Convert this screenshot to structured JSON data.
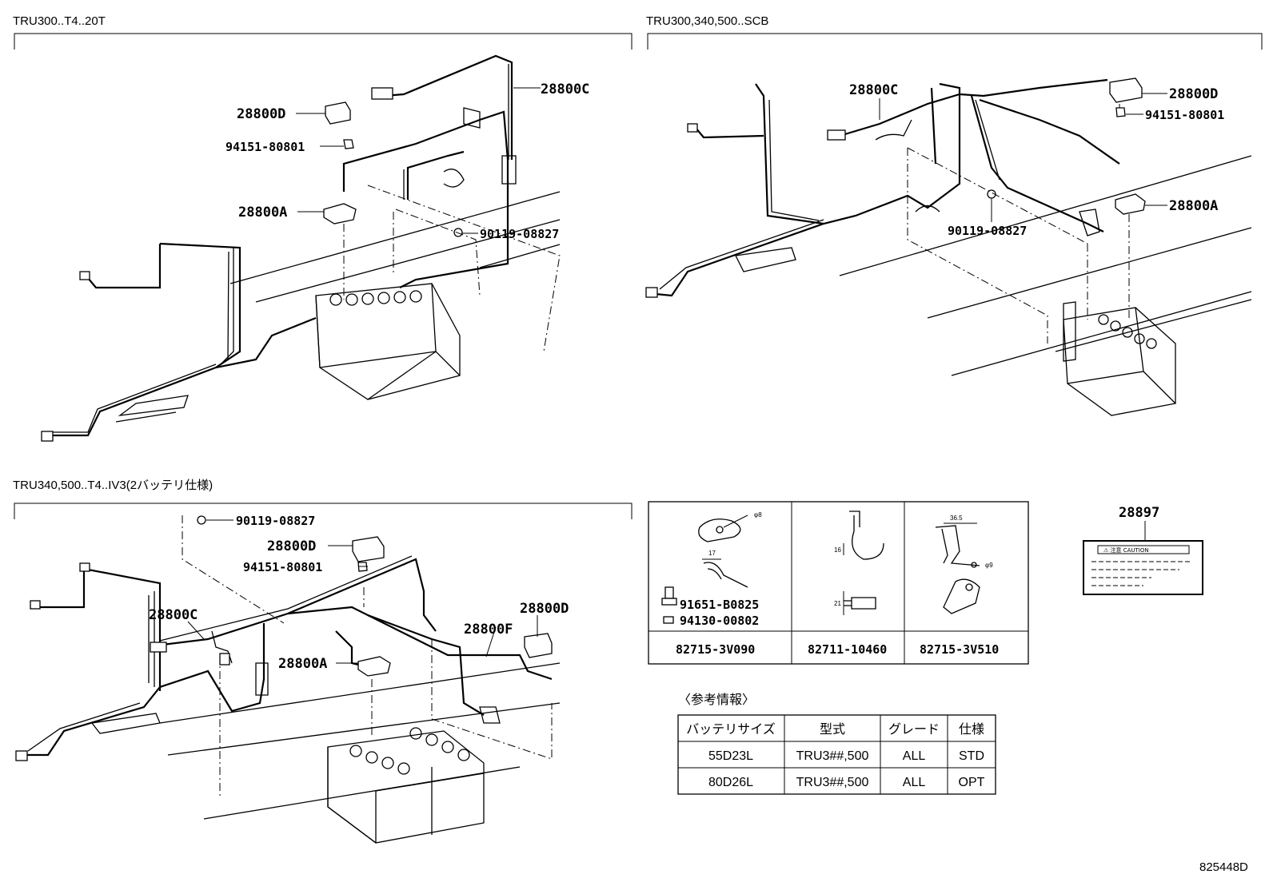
{
  "sections": {
    "top_left": {
      "title": "TRU300..T4..20T"
    },
    "top_right": {
      "title": "TRU300,340,500..SCB"
    },
    "bottom_left": {
      "title": "TRU340,500..T4..IV3(2バッテリ仕様)"
    }
  },
  "callouts": {
    "tl": [
      "28800C",
      "28800D",
      "94151-80801",
      "28800A",
      "90119-08827"
    ],
    "tr": [
      "28800C",
      "28800D",
      "94151-80801",
      "28800A",
      "90119-08827"
    ],
    "bl": [
      "90119-08827",
      "28800D",
      "94151-80801",
      "28800C",
      "28800F",
      "28800D",
      "28800A"
    ]
  },
  "clamp_box": {
    "cells": [
      {
        "parts": [
          "91651-B0825",
          "94130-00802"
        ],
        "part_no": "82715-3V090",
        "dims": [
          "φ8",
          "17"
        ]
      },
      {
        "parts": [],
        "part_no": "82711-10460",
        "dims": [
          "16",
          "21"
        ]
      },
      {
        "parts": [],
        "part_no": "82715-3V510",
        "dims": [
          "36.5",
          "φ9"
        ]
      }
    ]
  },
  "label_part": {
    "part_no": "28897",
    "caution_text": "⚠ 注意 CAUTION"
  },
  "reference": {
    "heading": "〈参考情報〉",
    "columns": [
      "バッテリサイズ",
      "型式",
      "グレード",
      "仕様"
    ],
    "rows": [
      [
        "55D23L",
        "TRU3##,500",
        "ALL",
        "STD"
      ],
      [
        "80D26L",
        "TRU3##,500",
        "ALL",
        "OPT"
      ]
    ]
  },
  "footer": {
    "code": "825448D"
  }
}
